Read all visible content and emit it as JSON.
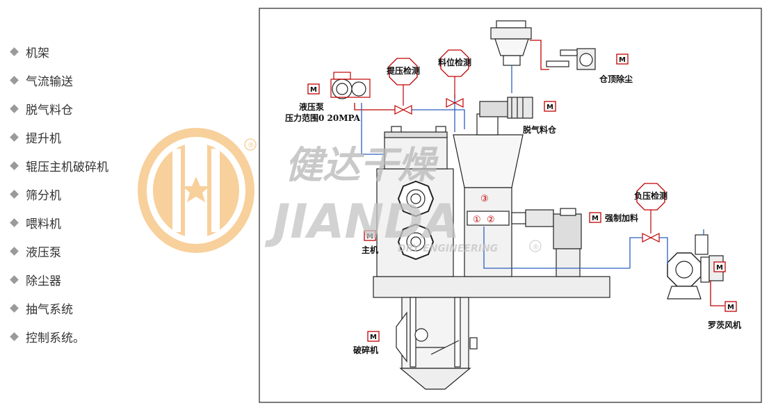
{
  "features": [
    {
      "label": "机架"
    },
    {
      "label": "气流输送"
    },
    {
      "label": "脱气料仓"
    },
    {
      "label": "提升机"
    },
    {
      "label": "辊压主机破碎机"
    },
    {
      "label": "筛分机"
    },
    {
      "label": "喂料机"
    },
    {
      "label": "液压泵"
    },
    {
      "label": "除尘器"
    },
    {
      "label": "抽气系统"
    },
    {
      "label": "控制系统。"
    }
  ],
  "diagram": {
    "labels": {
      "hydraulic_pump": "液压泵",
      "pressure_range": "压力范围0 20MPA",
      "degas_silo": "脱气料仓",
      "silo_top_dust": "仓顶除尘",
      "forced_feed": "强制加料",
      "main_machine": "主机",
      "crusher": "破碎机",
      "roots_blower": "罗茨风机"
    },
    "gauges": {
      "pressure_detect": "提压检测",
      "level_detect": "料位检测",
      "negative_pressure": "负压检测"
    },
    "motor_mark": "M",
    "circled_numbers": [
      "①",
      "②",
      "③"
    ]
  },
  "watermark": {
    "cn": "健达干燥",
    "en": "JIANDA",
    "sub": "DRY ENGINEERING",
    "registered": "®",
    "colors": {
      "logo": "#f7c88a",
      "text": "#b8b8b8"
    }
  }
}
